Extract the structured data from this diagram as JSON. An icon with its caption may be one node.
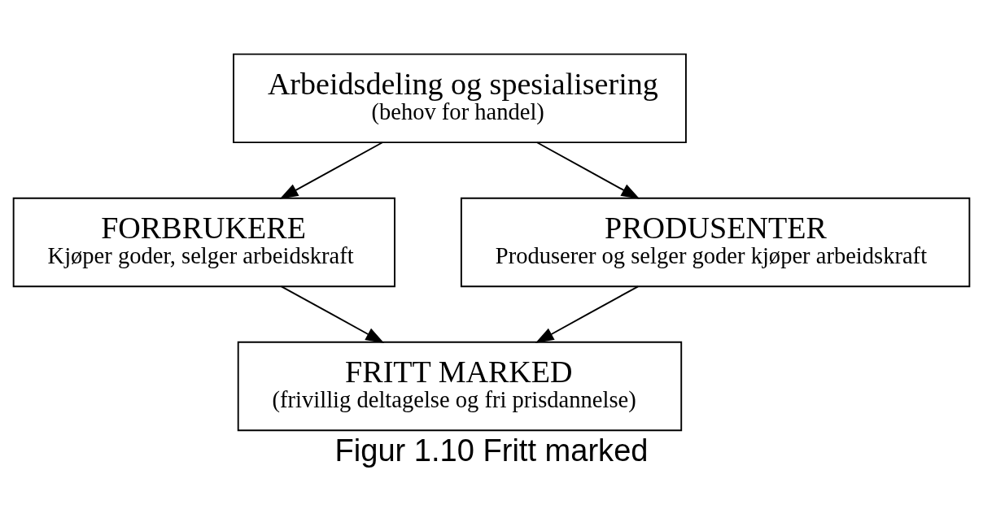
{
  "diagram": {
    "caption": "Figur 1.10 Fritt marked",
    "nodes": [
      {
        "text": [
          "Arbeidsdeling og spesialisering",
          "(behov for handel)"
        ]
      },
      {
        "text": [
          "FORBRUKERE",
          "Kjøper goder, selger arbeidskraft"
        ]
      },
      {
        "text": [
          "PRODUSENTER",
          "Produserer og selger goder kjøper arbeidskraft"
        ]
      },
      {
        "text": [
          "FRITT MARKED",
          "(frivillig deltagelse og fri prisdannelse)"
        ]
      }
    ],
    "edges": [
      {
        "from": 0,
        "to": 1,
        "arrow": "to"
      },
      {
        "from": 0,
        "to": 2,
        "arrow": "to"
      },
      {
        "from": 1,
        "to": 3,
        "arrow": "to"
      },
      {
        "from": 2,
        "to": 3,
        "arrow": "to"
      }
    ]
  }
}
